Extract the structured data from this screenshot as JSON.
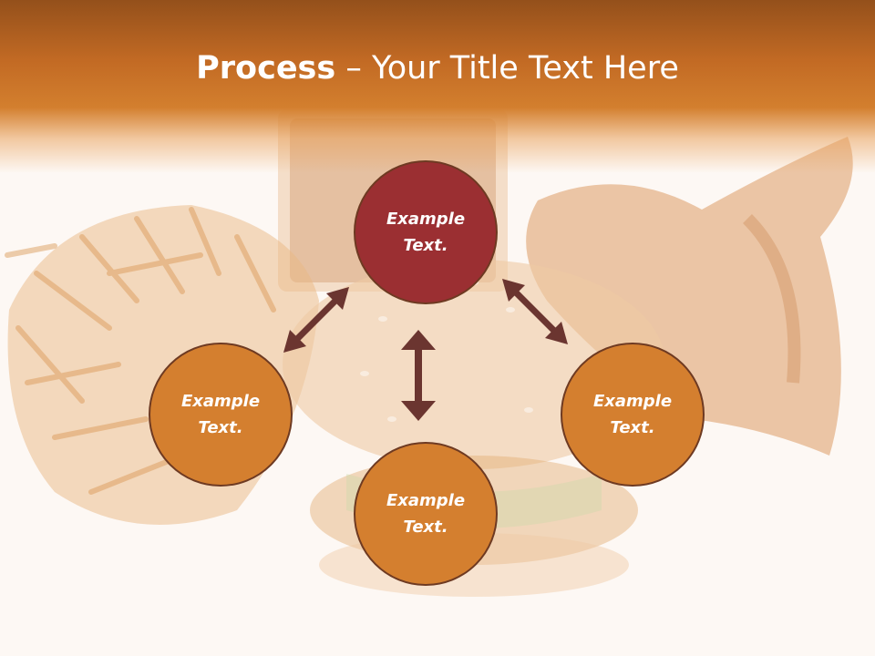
{
  "slide": {
    "title_bold": "Process",
    "title_rest": " – Your Title Text Here"
  },
  "diagram": {
    "nodes": [
      {
        "label": "Example\nText.",
        "color": "#9b2f32"
      },
      {
        "label": "Example\nText.",
        "color": "#d47f2f"
      },
      {
        "label": "Example\nText.",
        "color": "#d47f2f"
      },
      {
        "label": "Example\nText.",
        "color": "#d47f2f"
      }
    ],
    "node_border_color": "#6e3a22",
    "arrow_color": "#6b3530"
  }
}
